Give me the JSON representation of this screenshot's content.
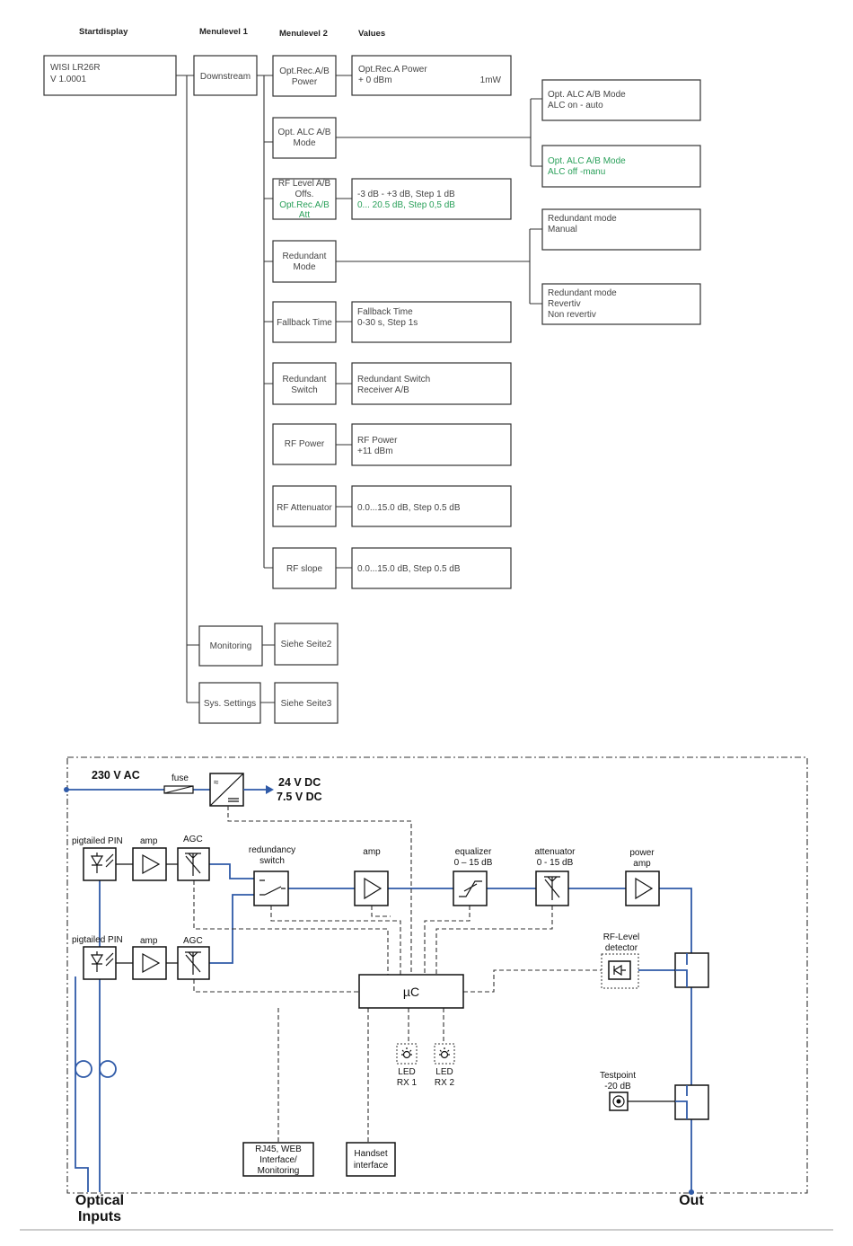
{
  "headers": {
    "startdisplay": "Startdisplay",
    "menulevel1": "Menulevel 1",
    "menulevel2": "Menulevel 2",
    "values": "Values"
  },
  "start_box": [
    "WISI LR26R",
    "V 1.0001"
  ],
  "menu1": {
    "downstream": "Downstream",
    "monitoring": "Monitoring",
    "sys_settings": "Sys. Settings",
    "siehe2": "Siehe Seite2",
    "siehe3": "Siehe Seite3"
  },
  "menu2": {
    "opt_rec": [
      "Opt.Rec.A/B",
      "Power"
    ],
    "opt_alc": [
      "Opt. ALC A/B",
      "Mode"
    ],
    "rf_level": [
      "RF Level A/B",
      "Offs."
    ],
    "rf_level_green": [
      "Opt.Rec.A/B",
      "Att"
    ],
    "redundant_mode": [
      "Redundant",
      "Mode"
    ],
    "fallback": "Fallback Time",
    "redundant_switch": [
      "Redundant",
      "Switch"
    ],
    "rf_power": "RF Power",
    "rf_attenuator": "RF Attenuator",
    "rf_slope": "RF slope"
  },
  "values": {
    "opt_rec_1": "Opt.Rec.A Power",
    "opt_rec_2": "+ 0 dBm",
    "opt_rec_3": "1mW",
    "rf_level_1": "-3 dB - +3 dB, Step 1 dB",
    "rf_level_2": "0... 20.5 dB, Step 0,5 dB",
    "fallback": [
      "Fallback Time",
      "0-30 s, Step 1s"
    ],
    "redundant_switch": [
      "Redundant Switch",
      "Receiver A/B"
    ],
    "rf_power": [
      "RF Power",
      "+11 dBm"
    ],
    "rf_attenuator": "0.0...15.0 dB, Step 0.5 dB",
    "rf_slope": "0.0...15.0 dB, Step 0.5 dB"
  },
  "extra": {
    "alc_auto": [
      "Opt. ALC A/B Mode",
      "ALC on - auto"
    ],
    "alc_manu": [
      "Opt. ALC A/B Mode",
      "ALC off -manu"
    ],
    "red_manual": [
      "Redundant mode",
      "Manual"
    ],
    "red_revertiv": [
      "Redundant mode",
      "Revertiv",
      "Non revertiv"
    ]
  },
  "block": {
    "ac": "230 V AC",
    "fuse": "fuse",
    "dc1": "24 V DC",
    "dc2": "7.5 V DC",
    "pin": "pigtailed PIN",
    "amp": "amp",
    "agc": "AGC",
    "redundancy": [
      "redundancy",
      "switch"
    ],
    "equalizer": [
      "equalizer",
      "0 – 15 dB"
    ],
    "attenuator": [
      "attenuator",
      "0 - 15 dB"
    ],
    "power_amp": [
      "power",
      "amp"
    ],
    "rf_level_det": [
      "RF-Level",
      "detector"
    ],
    "uc": "µC",
    "led1": [
      "LED",
      "RX 1"
    ],
    "led2": [
      "LED",
      "RX 2"
    ],
    "testpoint": [
      "Testpoint",
      "-20 dB"
    ],
    "rj45": [
      "RJ45, WEB",
      "Interface/",
      "Monitoring"
    ],
    "handset": [
      "Handset",
      "interface"
    ],
    "optical": [
      "Optical",
      "Inputs"
    ],
    "out": "Out"
  },
  "colors": {
    "green": "#2aa05a",
    "blue": "#2f5aa8",
    "line": "#333333"
  }
}
